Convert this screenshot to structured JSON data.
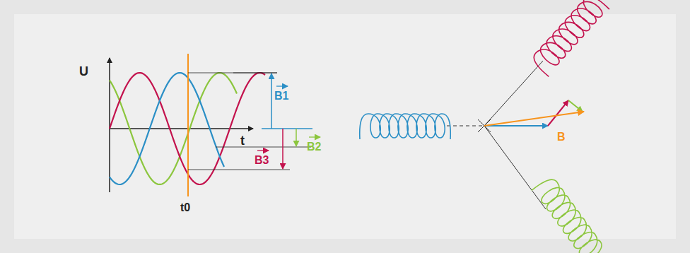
{
  "diagram": {
    "labels": [
      "U",
      "t",
      "B1",
      "B2",
      "B3",
      "t0",
      "B"
    ]
  }
}
